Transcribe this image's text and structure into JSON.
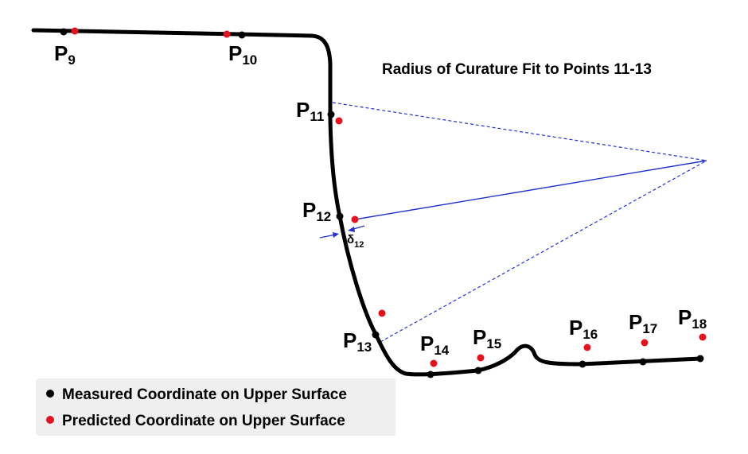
{
  "title": "Radius of Curature Fit to Points 11-13",
  "colors": {
    "measured": "#000000",
    "predicted": "#e0141e",
    "fit_lines": "#2233cc",
    "legend_bg": "#efefef"
  },
  "points": [
    {
      "id": "p9",
      "label_main": "P",
      "label_sub": "9"
    },
    {
      "id": "p10",
      "label_main": "P",
      "label_sub": "10"
    },
    {
      "id": "p11",
      "label_main": "P",
      "label_sub": "11"
    },
    {
      "id": "p12",
      "label_main": "P",
      "label_sub": "12"
    },
    {
      "id": "p13",
      "label_main": "P",
      "label_sub": "13"
    },
    {
      "id": "p14",
      "label_main": "P",
      "label_sub": "14"
    },
    {
      "id": "p15",
      "label_main": "P",
      "label_sub": "15"
    },
    {
      "id": "p16",
      "label_main": "P",
      "label_sub": "16"
    },
    {
      "id": "p17",
      "label_main": "P",
      "label_sub": "17"
    },
    {
      "id": "p18",
      "label_main": "P",
      "label_sub": "18"
    }
  ],
  "delta": {
    "main": "δ",
    "sub": "12"
  },
  "legend": {
    "measured": "Measured Coordinate on Upper Surface",
    "predicted": "Predicted Coordinate on Upper Surface"
  }
}
